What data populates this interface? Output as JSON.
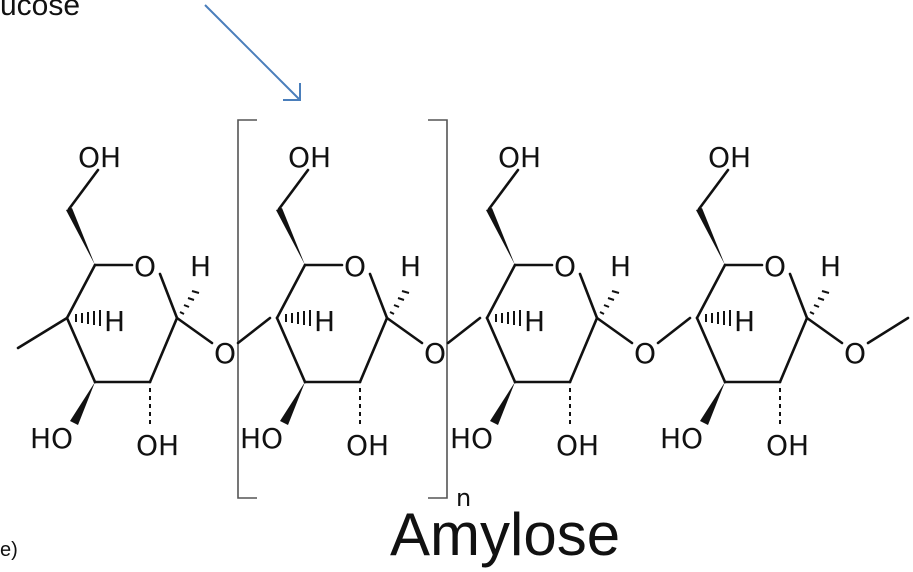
{
  "title": "Amylose",
  "top_label": "ucose",
  "side_note": "e)",
  "subscript": "n",
  "atoms": {
    "hydroxyl": "OH",
    "hydroxyl_left": "HO",
    "oxygen": "O",
    "hydrogen": "H"
  },
  "colors": {
    "arrow": "#4a7ebb",
    "ink": "#111111",
    "bracket": "#555555"
  }
}
